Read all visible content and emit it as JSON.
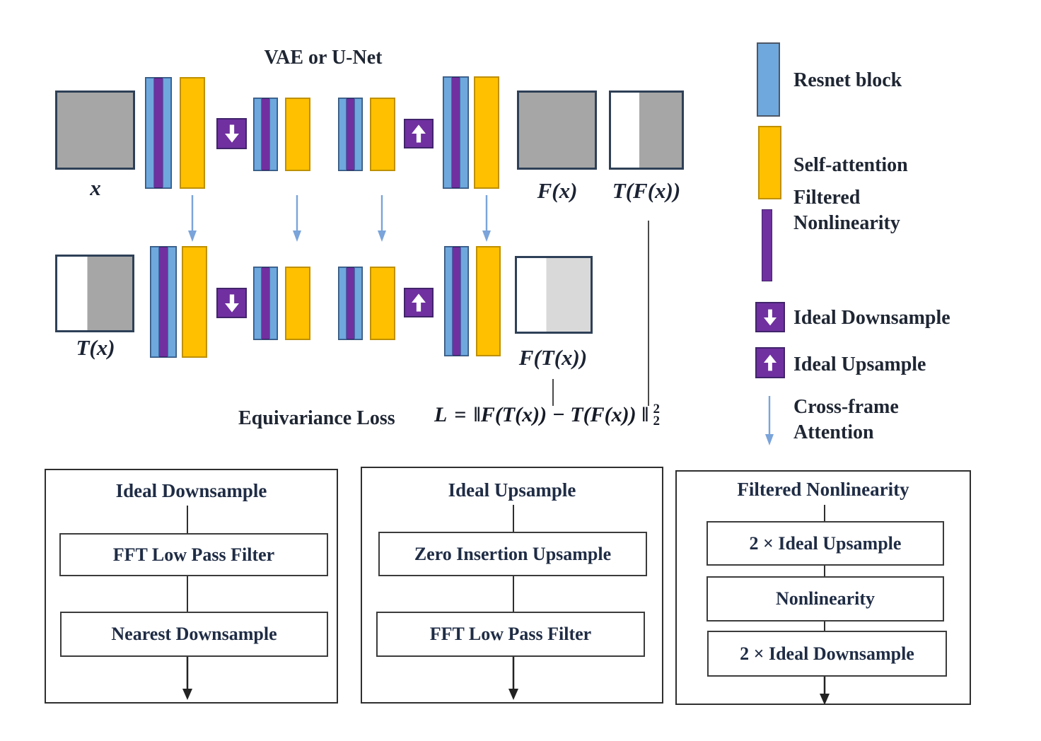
{
  "title": "VAE or U-Net",
  "diagram": {
    "row1": {
      "input_label": "x",
      "output_label": "F(x)",
      "transformed_output_label": "T(F(x))"
    },
    "row2": {
      "input_label": "T(x)",
      "output_label": "F(T(x))"
    }
  },
  "equation": {
    "caption": "Equivariance Loss",
    "lhs": "L",
    "equals": "=",
    "body": "‖F(T(x)) − T(F(x)) ‖",
    "sup": "2",
    "sub": "2"
  },
  "legend": {
    "items": [
      {
        "label": "Resnet block"
      },
      {
        "label": "Self-attention"
      },
      {
        "label": "Filtered",
        "label2": "Nonlinearity"
      },
      {
        "label": "Ideal Downsample"
      },
      {
        "label": "Ideal Upsample"
      },
      {
        "label": "Cross-frame",
        "label2": "Attention"
      }
    ]
  },
  "flow_boxes": [
    {
      "title": "Ideal Downsample",
      "steps": [
        "FFT Low Pass Filter",
        "Nearest Downsample"
      ]
    },
    {
      "title": "Ideal Upsample",
      "steps": [
        "Zero Insertion Upsample",
        "FFT Low Pass Filter"
      ]
    },
    {
      "title": "Filtered Nonlinearity",
      "steps": [
        "2 × Ideal Upsample",
        "Nonlinearity",
        "2 × Ideal Downsample"
      ]
    }
  ],
  "colors": {
    "resnet_blue": "#6FA8DC",
    "blue_border": "#3D6FA5",
    "attention_yellow": "#FFC000",
    "yellow_border": "#BF9000",
    "purple": "#7030A0",
    "purple_border": "#41246B",
    "gray_fill": "#A6A6A6",
    "light_gray_fill": "#D9D9D9",
    "square_border": "#2E4057",
    "cross_attention_blue": "#7AA4DA",
    "text_dark": "#20283A",
    "box_border": "#2F2F2F",
    "connector_gray": "#4A4A4A"
  }
}
